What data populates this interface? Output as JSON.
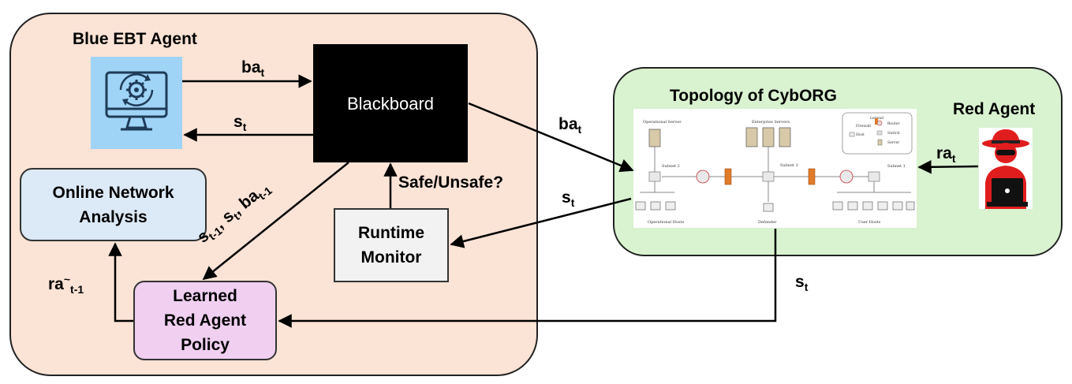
{
  "blue_agent": {
    "title": "Blue EBT Agent",
    "icon": "computer-gear-icon",
    "icon_bg_color": "#9fd4f7"
  },
  "blackboard": {
    "label": "Blackboard",
    "color": "#000000"
  },
  "online_network_analysis": {
    "line1": "Online Network",
    "line2": "Analysis",
    "color": "#dce9f6"
  },
  "runtime_monitor": {
    "line1": "Runtime",
    "line2": "Monitor",
    "color": "#f2f2f2"
  },
  "learned_policy": {
    "line1": "Learned",
    "line2": "Red Agent",
    "line3": "Policy",
    "color": "#f0cff0"
  },
  "topology": {
    "title": "Topology of CybORG",
    "diagram_labels": {
      "operational_server": "Operational Server",
      "enterprise_servers": "Enterprise Servers",
      "subnet2": "Subnet 2",
      "subnet3": "Subnet 3",
      "subnet1": "Subnet 1",
      "operational_hosts": "Operational Hosts",
      "defender": "Defender",
      "user_hosts": "User Hosts",
      "legend": "Legend",
      "legend_firewall": "Firewall",
      "legend_router": "Router",
      "legend_switch": "Switch",
      "legend_host": "Host",
      "legend_server": "Server"
    }
  },
  "red_agent": {
    "title": "Red Agent",
    "icon": "hacker-icon"
  },
  "edge_labels": {
    "ba_t_top": {
      "base": "ba",
      "sub": "t"
    },
    "s_t_left": {
      "base": "s",
      "sub": "t"
    },
    "ba_t_right": {
      "base": "ba",
      "sub": "t"
    },
    "s_t_mid": {
      "base": "s",
      "sub": "t"
    },
    "ra_t": {
      "base": "ra",
      "sub": "t"
    },
    "s_t_bottom": {
      "base": "s",
      "sub": "t"
    },
    "safe_unsafe": "Safe/Unsafe?",
    "ra_tilde": {
      "base": "ra",
      "sup": "~",
      "sub": "t-1"
    },
    "diag_p1": "s",
    "diag_s1": "t-1",
    "diag_p2": ", s",
    "diag_s2": "t",
    "diag_p3": ", ba",
    "diag_s3": "t-1"
  },
  "colors": {
    "blue_agent_region": "#fbe3d6",
    "cyborg_region": "#d9f2d0",
    "arrow": "#000000"
  }
}
